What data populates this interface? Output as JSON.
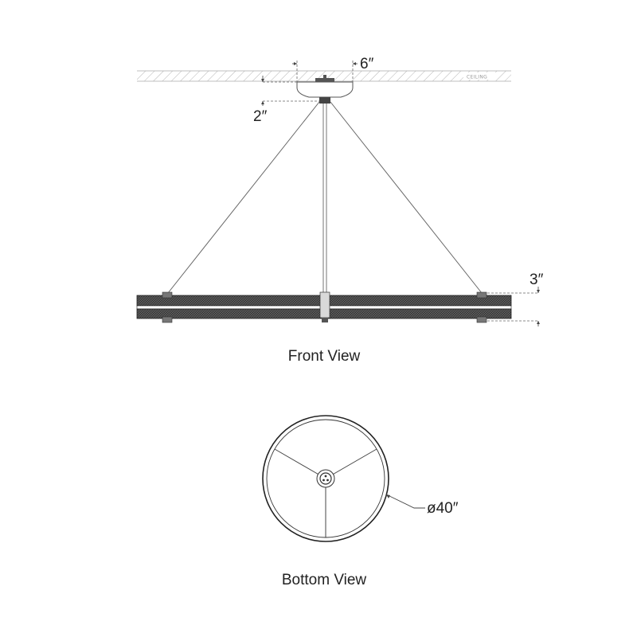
{
  "ceiling_label": "CEILING",
  "dimensions": {
    "canopy_width": "6″",
    "canopy_drop": "2″",
    "ring_height": "3″",
    "ring_diameter": "ø40″"
  },
  "captions": {
    "front": "Front View",
    "bottom": "Bottom View"
  }
}
